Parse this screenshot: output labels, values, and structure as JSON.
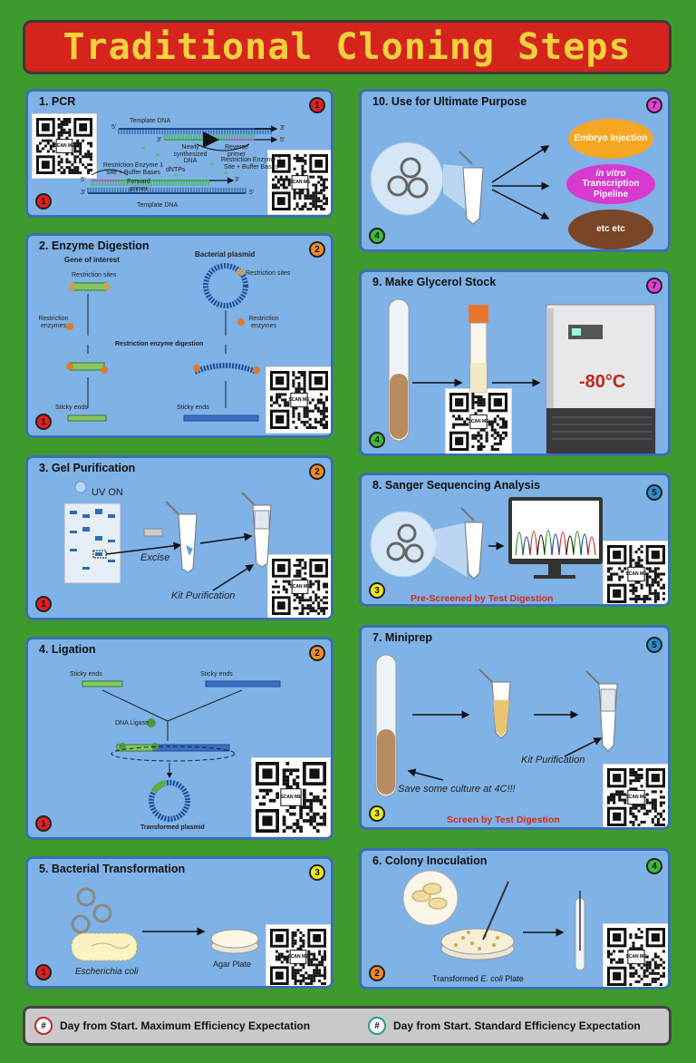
{
  "title": "Traditional Cloning Steps",
  "qr_label": "SCAN ME",
  "panels": {
    "pcr": {
      "title": "1.  PCR",
      "badge_top": "1",
      "badge_bottom": "1",
      "labels": {
        "template_top": "Template DNA",
        "newly": "Newly synthesized DNA",
        "reverse": "Reverse primer",
        "re1": "Restriction Enzyme 1 Site + Buffer Bases",
        "dntps": "dNTPs",
        "re2": "Restriction Enzyme 2 Site + Buffer Bases",
        "forward": "Forward primer",
        "template_bottom": "Template DNA",
        "p5a": "5'",
        "p3a": "3'",
        "p3b": "3'",
        "p5b": "5'",
        "p5c": "5'",
        "p3c": "3'",
        "p3d": "3'",
        "p5d": "5'"
      }
    },
    "digestion": {
      "title": "2.  Enzyme Digestion",
      "badge_top": "2",
      "badge_bottom": "1",
      "labels": {
        "gene": "Gene of interest",
        "plasmid": "Bacterial plasmid",
        "sites_left": "Restriction sites",
        "sites_right": "Restriction sites",
        "enz_left": "Restriction enzymes",
        "enz_right": "Restriction enzymes",
        "digestion": "Restriction enzyme digestion",
        "sticky_left": "Sticky ends",
        "sticky_right": "Sticky ends"
      }
    },
    "gel": {
      "title": "3.  Gel Purification",
      "badge_top": "2",
      "badge_bottom": "1",
      "uv": "UV ON",
      "excise": "Excise",
      "kit": "Kit Purification"
    },
    "ligation": {
      "title": "4.  Ligation",
      "badge_top": "2",
      "badge_bottom": "1",
      "labels": {
        "sticky_left": "Sticky ends",
        "sticky_right": "Sticky ends",
        "ligase": "DNA Ligase",
        "transformed": "Transformed plasmid"
      }
    },
    "transformation": {
      "title": "5.  Bacterial Transformation",
      "badge_top": "3",
      "badge_bottom": "1",
      "ecoli": "Escherichia coli",
      "agar": "Agar Plate"
    },
    "use": {
      "title": "10.  Use for Ultimate Purpose",
      "badge_top": "7",
      "badge_bottom": "4",
      "embryo": "Embryo Injection",
      "invitro": "in vitro",
      "pipeline": "Transcription Pipeline",
      "etc": "etc etc"
    },
    "glycerol": {
      "title": "9.  Make Glycerol Stock",
      "badge_top": "7",
      "badge_bottom": "4",
      "temp": "-80°C"
    },
    "sanger": {
      "title": "8.  Sanger Sequencing Analysis",
      "badge_top": "5",
      "badge_bottom": "3",
      "note": "Pre-Screened by Test Digestion"
    },
    "miniprep": {
      "title": "7.  Miniprep",
      "badge_top": "5",
      "badge_bottom": "3",
      "kit": "Kit Purification",
      "save": "Save some culture at 4C!!!",
      "note": "Screen by Test Digestion"
    },
    "inoculation": {
      "title": "6.  Colony Inoculation",
      "badge_top": "4",
      "badge_bottom": "2",
      "plate_prefix": "Transformed ",
      "plate_species": "E. coli",
      "plate_suffix": " Plate"
    }
  },
  "legend": {
    "badge": "#",
    "max": "Day from Start.  Maximum Efficiency Expectation",
    "std": "Day from Start.  Standard Efficiency Expectation"
  },
  "colors": {
    "background": "#3f9a2e",
    "title_bar": "#d4241c",
    "title_text": "#f4d23c",
    "panel": "#7fb2e6",
    "max_badge_ring": "#c0282a",
    "std_badge_ring": "#2a9b8f"
  }
}
